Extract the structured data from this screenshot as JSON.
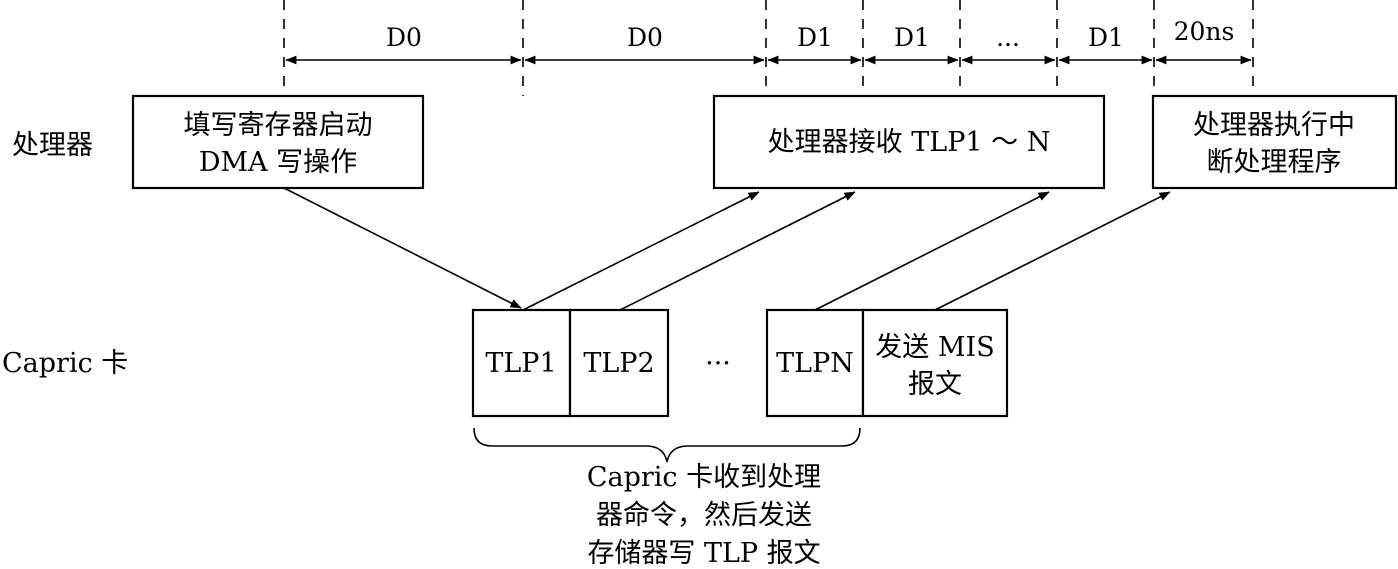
{
  "timing": {
    "segments": [
      "D0",
      "D0",
      "D1",
      "D1",
      "...",
      "D1",
      "20ns"
    ]
  },
  "rows": {
    "processor": "处理器",
    "card": "Capric 卡"
  },
  "processor_boxes": {
    "start_dma": [
      "填写寄存器启动",
      "DMA 写操作"
    ],
    "receive_tlp": [
      "处理器接收 TLP1 ～ N"
    ],
    "interrupt": [
      "处理器执行中",
      "断处理程序"
    ]
  },
  "card_packets": {
    "tlp1": "TLP1",
    "tlp2": "TLP2",
    "ellipsis": "···",
    "tlpn": "TLPN",
    "msi": [
      "发送 MIS",
      "报文"
    ]
  },
  "brace_caption": [
    "Capric 卡收到处理",
    "器命令，然后发送",
    "存储器写 TLP 报文"
  ]
}
